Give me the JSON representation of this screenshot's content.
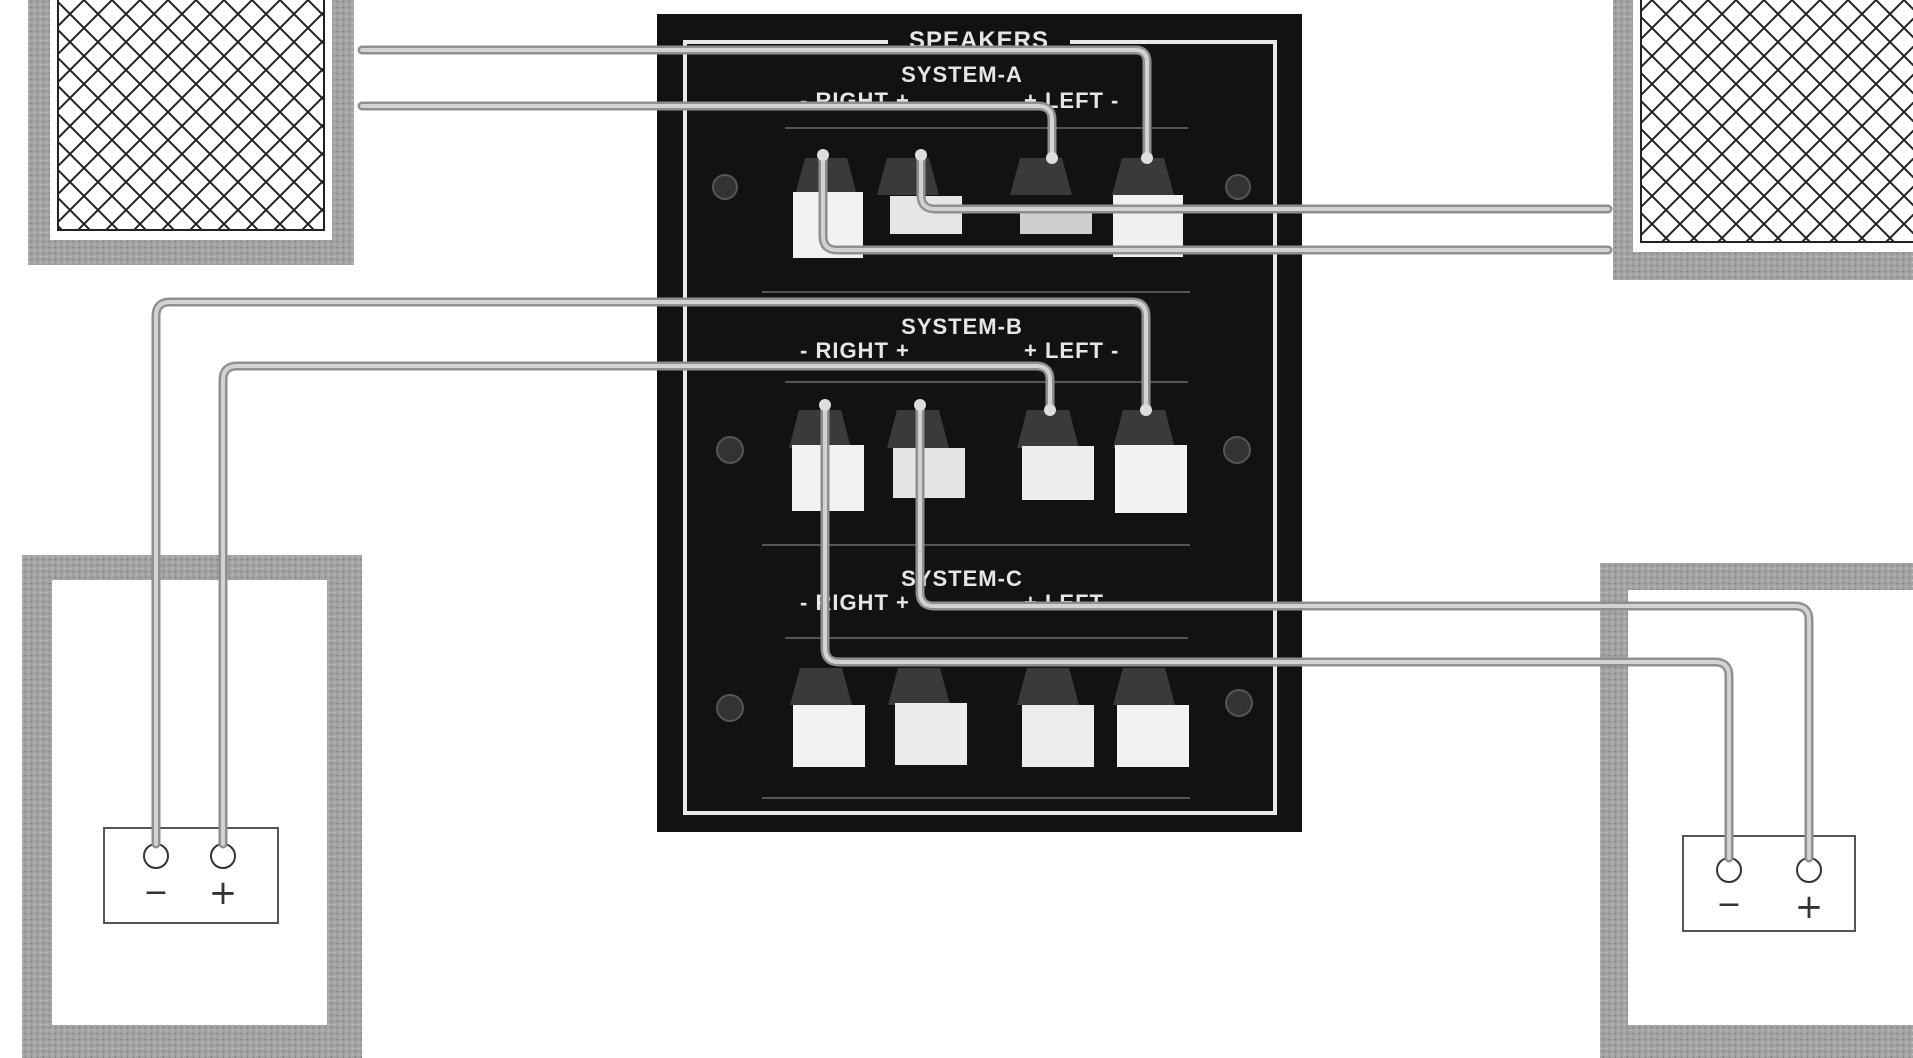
{
  "panel": {
    "title": "SPEAKERS",
    "systems": [
      {
        "name": "SYSTEM-A",
        "right_label": "- RIGHT +",
        "left_label": "+ LEFT -"
      },
      {
        "name": "SYSTEM-B",
        "right_label": "- RIGHT +",
        "left_label": "+ LEFT -"
      },
      {
        "name": "SYSTEM-C",
        "right_label": "- RIGHT +",
        "left_label": "+ LEFT -"
      }
    ]
  },
  "speaker_terminals": {
    "left": {
      "minus": "−",
      "plus": "+"
    },
    "right": {
      "minus": "−",
      "plus": "+"
    }
  },
  "colors": {
    "panel": "#111111",
    "panel_border": "#e8e8e8",
    "wire": "#9a9a9a",
    "enclosure": "#9b9b9b"
  }
}
